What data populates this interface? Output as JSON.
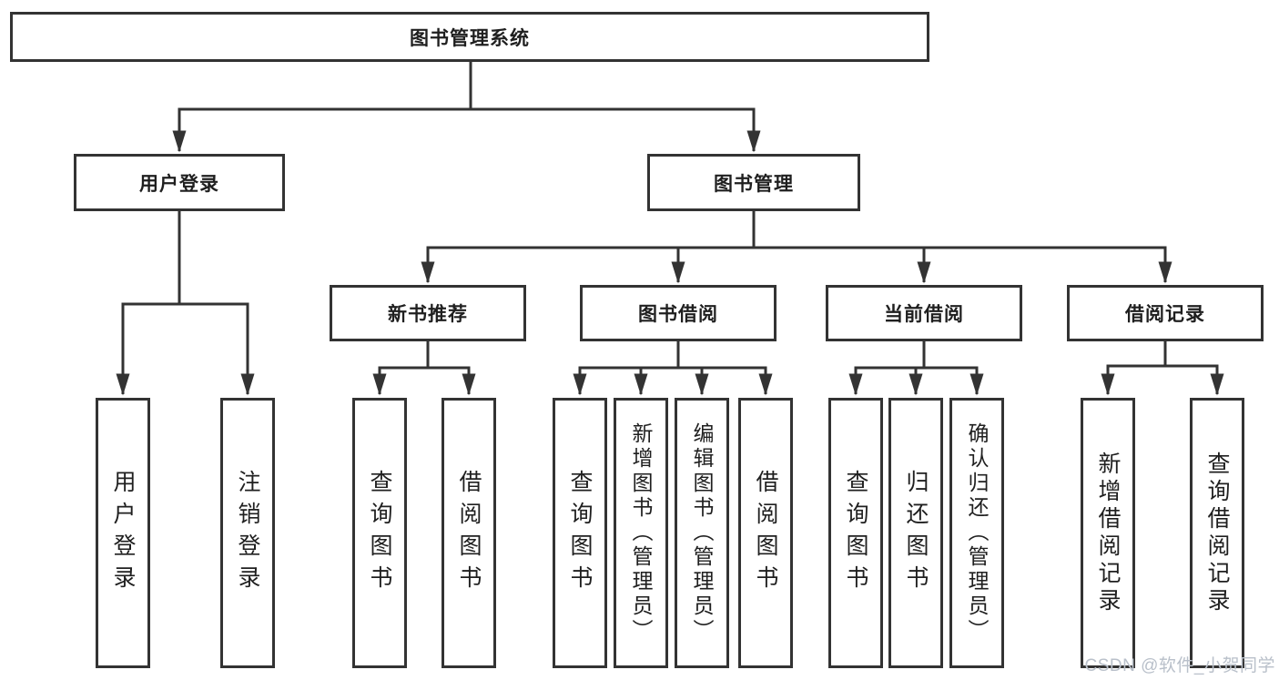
{
  "diagram": {
    "type": "tree-diagram",
    "root": {
      "label": "图书管理系统"
    },
    "level2": [
      {
        "label": "用户登录"
      },
      {
        "label": "图书管理"
      }
    ],
    "level3": [
      {
        "label": "新书推荐",
        "parent": "图书管理"
      },
      {
        "label": "图书借阅",
        "parent": "图书管理"
      },
      {
        "label": "当前借阅",
        "parent": "图书管理"
      },
      {
        "label": "借阅记录",
        "parent": "图书管理"
      }
    ],
    "leaves": [
      {
        "label": "用户登录",
        "parent": "用户登录"
      },
      {
        "label": "注销登录",
        "parent": "用户登录"
      },
      {
        "label": "查询图书",
        "parent": "新书推荐"
      },
      {
        "label": "借阅图书",
        "parent": "新书推荐"
      },
      {
        "label": "查询图书",
        "parent": "图书借阅"
      },
      {
        "label": "新增图书（管理员）",
        "parent": "图书借阅"
      },
      {
        "label": "编辑图书（管理员）",
        "parent": "图书借阅"
      },
      {
        "label": "借阅图书",
        "parent": "图书借阅"
      },
      {
        "label": "查询图书",
        "parent": "当前借阅"
      },
      {
        "label": "归还图书",
        "parent": "当前借阅"
      },
      {
        "label": "确认归还（管理员）",
        "parent": "当前借阅"
      },
      {
        "label": "新增借阅记录",
        "parent": "借阅记录"
      },
      {
        "label": "查询借阅记录",
        "parent": "借阅记录"
      }
    ]
  },
  "watermark": {
    "text": "CSDN @软件_小贺同学",
    "color": "#b9c0ca"
  },
  "colors": {
    "line": "#333333",
    "node_border": "#333333",
    "text": "#1f1f1f",
    "background": "#ffffff"
  }
}
